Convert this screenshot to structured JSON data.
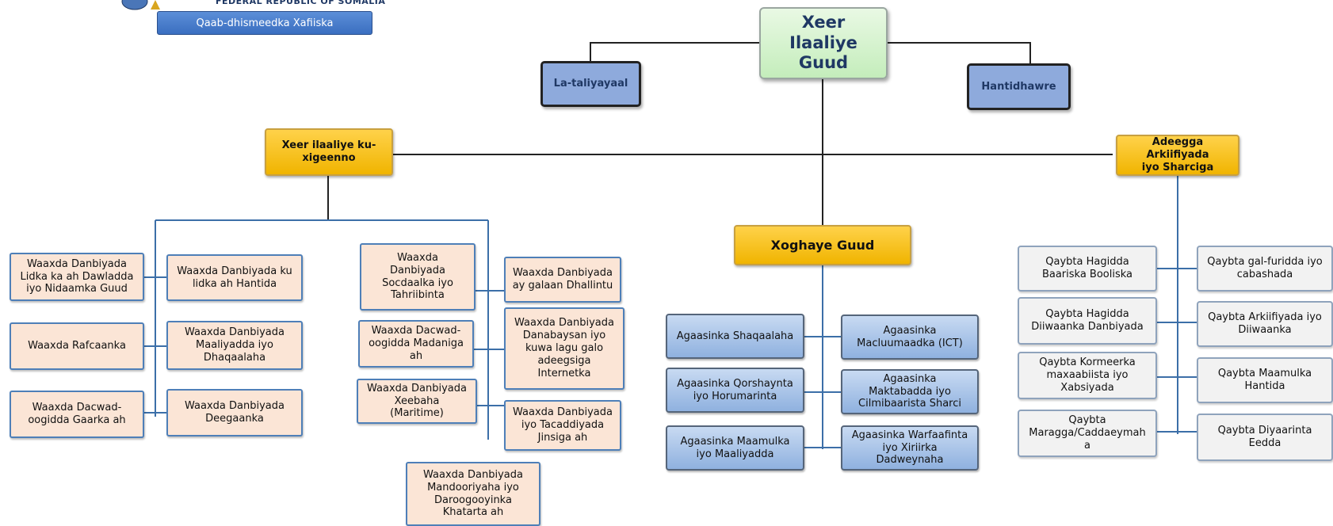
{
  "header": {
    "agency_line": "FEDERAL REPUBLIC OF SOMALIA",
    "button_label": "Qaab-dhismeedka Xafiiska"
  },
  "top": {
    "line1": "Xeer",
    "line2": "Ilaaliye",
    "line3": "Guud"
  },
  "advisors": {
    "label": "La-taliyayaal"
  },
  "audit": {
    "label": "Hantidhawre"
  },
  "deputy": {
    "line1": "Xeer ilaaliye ku-",
    "line2": "xigeenno"
  },
  "archives": {
    "line1": "Adeegga Arkiifiyada",
    "line2": "iyo Sharciga"
  },
  "secgen": {
    "label": "Xoghaye Guud"
  },
  "prosecution": {
    "d1": {
      "l1": "Waaxda Danbiyada",
      "l2": "Lidka ka ah Dawladda",
      "l3": "iyo Nidaamka Guud"
    },
    "d2": {
      "l1": "Waaxda Danbiyada ku",
      "l2": "lidka ah Hantida"
    },
    "d3": {
      "l1": "Waaxda Rafcaanka"
    },
    "d4": {
      "l1": "Waaxda Danbiyada",
      "l2": "Maaliyadda iyo",
      "l3": "Dhaqaalaha"
    },
    "d5": {
      "l1": "Waaxda Dacwad-",
      "l2": "oogidda Gaarka ah"
    },
    "d6": {
      "l1": "Waaxda Danbiyada",
      "l2": "Deegaanka"
    },
    "d7": {
      "l1": "Waaxda",
      "l2": "Danbiyada",
      "l3": "Socdaalka iyo",
      "l4": "Tahriibinta"
    },
    "d8": {
      "l1": "Waaxda Danbiyada",
      "l2": "ay galaan Dhallintu"
    },
    "d9": {
      "l1": "Waaxda Dacwad-",
      "l2": "oogidda Madaniga",
      "l3": "ah"
    },
    "d10": {
      "l1": "Waaxda Danbiyada",
      "l2": "Danabaysan iyo",
      "l3": "kuwa lagu galo",
      "l4": "adeegsiga",
      "l5": "Internetka"
    },
    "d11": {
      "l1": "Waaxda Danbiyada",
      "l2": "Xeebaha",
      "l3": "(Maritime)"
    },
    "d12": {
      "l1": "Waaxda Danbiyada",
      "l2": "iyo Tacaddiyada",
      "l3": "Jinsiga ah"
    },
    "d13": {
      "l1": "Waaxda Danbiyada",
      "l2": "Mandooriyaha iyo",
      "l3": "Daroogooyinka",
      "l4": "Khatarta ah"
    }
  },
  "agencies": {
    "a1": {
      "l1": "Agaasinka Shaqaalaha"
    },
    "a2": {
      "l1": "Agaasinka",
      "l2": "Macluumaadka (ICT)"
    },
    "a3": {
      "l1": "Agaasinka Qorshaynta",
      "l2": "iyo Horumarinta"
    },
    "a4": {
      "l1": "Agaasinka",
      "l2": "Maktabadda iyo",
      "l3": "Cilmibaarista Sharci"
    },
    "a5": {
      "l1": "Agaasinka Maamulka",
      "l2": "iyo Maaliyadda"
    },
    "a6": {
      "l1": "Agaasinka Warfaafinta",
      "l2": "iyo Xiriirka",
      "l3": "Dadweynaha"
    }
  },
  "sections": {
    "s1": {
      "l1": "Qaybta Hagidda",
      "l2": "Baariska Booliska"
    },
    "s2": {
      "l1": "Qaybta gal-furidda iyo",
      "l2": "cabashada"
    },
    "s3": {
      "l1": "Qaybta Hagidda",
      "l2": "Diiwaanka Danbiyada"
    },
    "s4": {
      "l1": "Qaybta Arkiifiyada iyo",
      "l2": "Diiwaanka"
    },
    "s5": {
      "l1": "Qaybta Kormeerka",
      "l2": "maxaabiista iyo",
      "l3": "Xabsiyada"
    },
    "s6": {
      "l1": "Qaybta Maamulka",
      "l2": "Hantida"
    },
    "s7": {
      "l1": "Qaybta",
      "l2": "Maragga/Caddaeymah",
      "l3": "a"
    },
    "s8": {
      "l1": "Qaybta Diyaarinta",
      "l2": "Eedda"
    }
  },
  "colors": {
    "line": "#222222",
    "branch_line": "#3c6fa8",
    "gold": "#f5bf1a",
    "peach": "#fbe5d6",
    "blue": "#9dbbe6",
    "grey": "#f2f2f2"
  }
}
